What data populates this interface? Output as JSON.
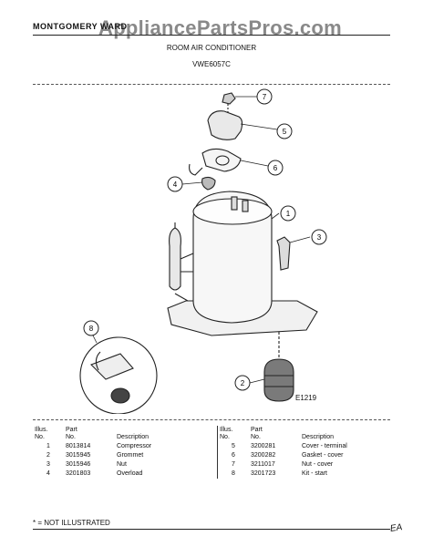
{
  "header": {
    "brand": "MONTGOMERY WARD",
    "watermark": "AppliancePartsPros.com",
    "title": "ROOM AIR CONDITIONER",
    "model": "VWE6057C"
  },
  "diagram": {
    "code": "E1219",
    "callouts": [
      "1",
      "2",
      "3",
      "4",
      "5",
      "6",
      "7",
      "8"
    ]
  },
  "parts_table": {
    "headers": {
      "illus": [
        "Illus.",
        "No."
      ],
      "part": [
        "Part",
        "No."
      ],
      "description": "Description"
    },
    "left": [
      {
        "illus": "1",
        "part": "8013814",
        "description": "Compressor"
      },
      {
        "illus": "2",
        "part": "3015945",
        "description": "Grommet"
      },
      {
        "illus": "3",
        "part": "3015946",
        "description": "Nut"
      },
      {
        "illus": "4",
        "part": "3201803",
        "description": "Overload"
      }
    ],
    "right": [
      {
        "illus": "5",
        "part": "3200281",
        "description": "Cover - terminal"
      },
      {
        "illus": "6",
        "part": "3200282",
        "description": "Gasket - cover"
      },
      {
        "illus": "7",
        "part": "3211017",
        "description": "Nut - cover"
      },
      {
        "illus": "8",
        "part": "3201723",
        "description": "Kit - start"
      }
    ]
  },
  "footer": {
    "note": "* = NOT ILLUSTRATED",
    "signature": "EA"
  }
}
